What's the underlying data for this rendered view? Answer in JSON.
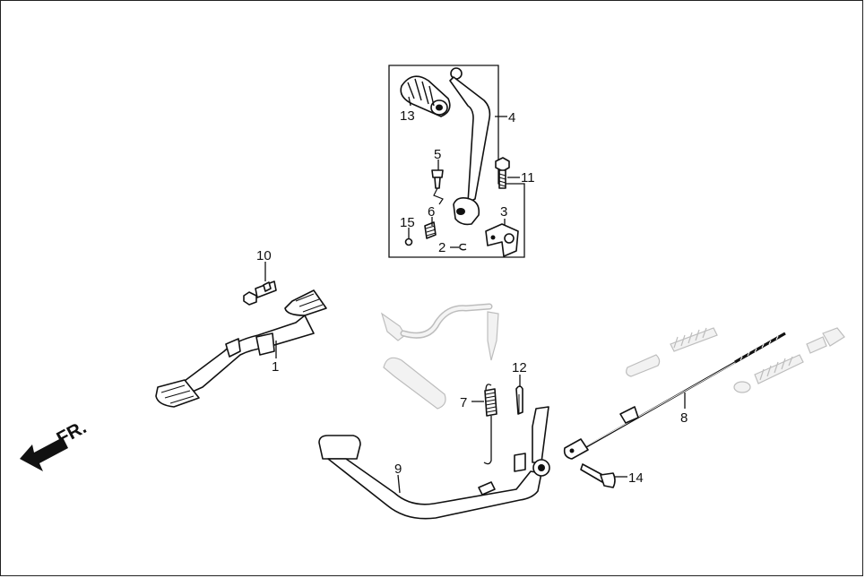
{
  "direction_label": "FR.",
  "callouts": {
    "c1": "1",
    "c2": "2",
    "c3": "3",
    "c4": "4",
    "c5": "5",
    "c6": "6",
    "c7": "7",
    "c8": "8",
    "c9": "9",
    "c10": "10",
    "c11": "11",
    "c12": "12",
    "c13": "13",
    "c14": "14",
    "c15": "15"
  }
}
